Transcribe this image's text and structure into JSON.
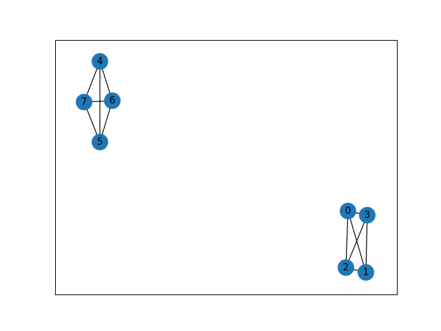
{
  "graph": {
    "nodes": [
      {
        "id": "0",
        "label": "0"
      },
      {
        "id": "1",
        "label": "1"
      },
      {
        "id": "2",
        "label": "2"
      },
      {
        "id": "3",
        "label": "3"
      },
      {
        "id": "4",
        "label": "4"
      },
      {
        "id": "5",
        "label": "5"
      },
      {
        "id": "6",
        "label": "6"
      },
      {
        "id": "7",
        "label": "7"
      }
    ],
    "edges": [
      [
        "0",
        "1"
      ],
      [
        "0",
        "2"
      ],
      [
        "0",
        "3"
      ],
      [
        "1",
        "2"
      ],
      [
        "1",
        "3"
      ],
      [
        "2",
        "3"
      ],
      [
        "4",
        "5"
      ],
      [
        "4",
        "6"
      ],
      [
        "4",
        "7"
      ],
      [
        "5",
        "6"
      ],
      [
        "5",
        "7"
      ],
      [
        "6",
        "7"
      ]
    ],
    "colors": {
      "node_fill": "#1f77b4",
      "edge": "#000000",
      "frame": "#000000",
      "label": "#000000"
    }
  }
}
